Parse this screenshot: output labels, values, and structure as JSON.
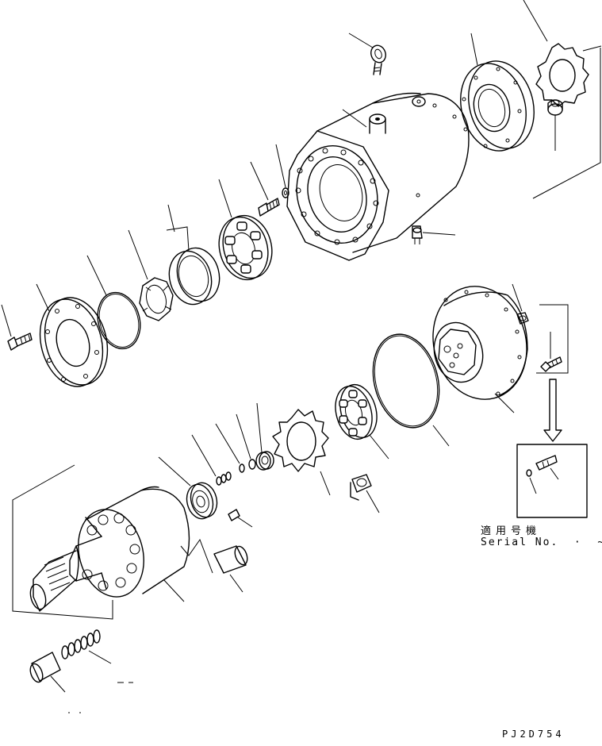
{
  "diagram": {
    "serial_label_jp": "適用号機",
    "serial_label_en": "Serial No.  ·  ~",
    "drawing_code": "PJ2D754"
  }
}
